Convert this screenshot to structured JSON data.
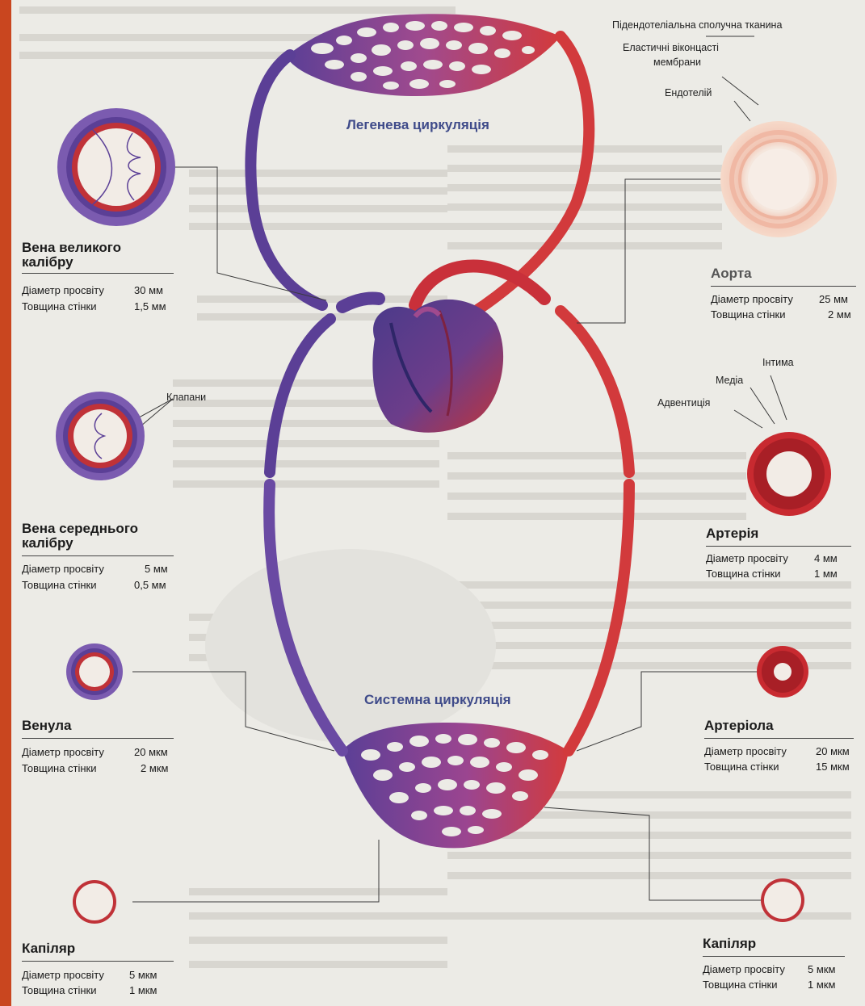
{
  "circulation": {
    "pulmonary_label": "Легенева циркуляція",
    "systemic_label": "Системна циркуляція"
  },
  "vessels": {
    "large_vein": {
      "title_l1": "Вена великого",
      "title_l2": "калібру",
      "diameter_label": "Діаметр просвіту",
      "diameter_value": "30 мм",
      "wall_label": "Товщина стінки",
      "wall_value": "1,5 мм"
    },
    "medium_vein": {
      "title_l1": "Вена середнього",
      "title_l2": "калібру",
      "valves_label": "Клапани",
      "diameter_label": "Діаметр просвіту",
      "diameter_value": "5 мм",
      "wall_label": "Товщина стінки",
      "wall_value": "0,5 мм"
    },
    "venule": {
      "title": "Венула",
      "diameter_label": "Діаметр просвіту",
      "diameter_value": "20 мкм",
      "wall_label": "Товщина стінки",
      "wall_value": "2 мкм"
    },
    "capillary_left": {
      "title": "Капіляр",
      "diameter_label": "Діаметр просвіту",
      "diameter_value": "5 мкм",
      "wall_label": "Товщина стінки",
      "wall_value": "1 мкм"
    },
    "aorta": {
      "title": "Аорта",
      "diameter_label": "Діаметр просвіту",
      "diameter_value": "25 мм",
      "wall_label": "Товщина стінки",
      "wall_value": "2 мм"
    },
    "artery": {
      "title": "Артерія",
      "diameter_label": "Діаметр просвіту",
      "diameter_value": "4 мм",
      "wall_label": "Товщина стінки",
      "wall_value": "1 мм"
    },
    "arteriole": {
      "title": "Артеріола",
      "diameter_label": "Діаметр просвіту",
      "diameter_value": "20 мкм",
      "wall_label": "Товщина стінки",
      "wall_value": "15 мкм"
    },
    "capillary_right": {
      "title": "Капіляр",
      "diameter_label": "Діаметр просвіту",
      "diameter_value": "5 мкм",
      "wall_label": "Товщина стінки",
      "wall_value": "1 мкм"
    }
  },
  "annotations": {
    "subendothelial": "Підендотеліальна сполучна тканина",
    "elastic_l1": "Еластичні віконцасті",
    "elastic_l2": "мембрани",
    "endothelium": "Ендотелій",
    "intima": "Інтима",
    "media": "Медіа",
    "adventitia": "Адвентиція"
  },
  "colors": {
    "vein": "#5b3f96",
    "artery": "#d23a3c",
    "vein_outer": "#7b5bb0",
    "artery_outer": "#b8282c"
  }
}
